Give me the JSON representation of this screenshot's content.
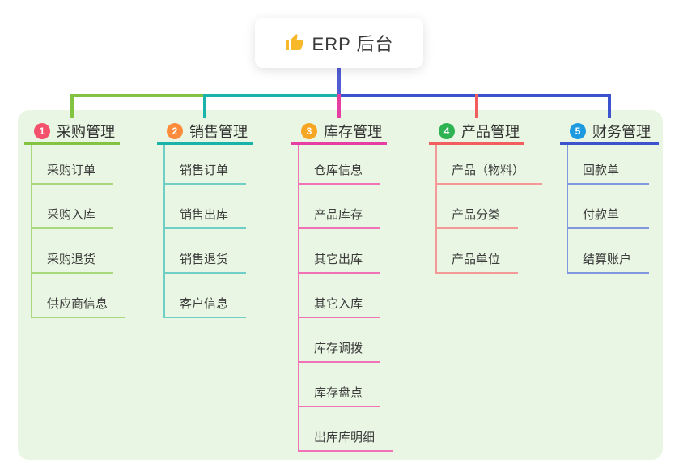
{
  "root": {
    "title": "ERP 后台",
    "icon": "thumbs-up-icon",
    "icon_color": "#f7b82a"
  },
  "panel_color": "#e9f6e3",
  "root_connector_color": "#515dd4",
  "branches": [
    {
      "index": "1",
      "label": "采购管理",
      "badge_color": "#f4516c",
      "line_color": "#82c341",
      "child_line_color": "#a9d77d",
      "children": [
        "采购订单",
        "采购入库",
        "采购退货",
        "供应商信息"
      ]
    },
    {
      "index": "2",
      "label": "销售管理",
      "badge_color": "#fc8c3c",
      "line_color": "#19b3aa",
      "child_line_color": "#6fcfc6",
      "children": [
        "销售订单",
        "销售出库",
        "销售退货",
        "客户信息"
      ]
    },
    {
      "index": "3",
      "label": "库存管理",
      "badge_color": "#f6a623",
      "line_color": "#e63fa3",
      "child_line_color": "#f172b6",
      "children": [
        "仓库信息",
        "产品库存",
        "其它出库",
        "其它入库",
        "库存调拨",
        "库存盘点",
        "出库库明细"
      ]
    },
    {
      "index": "4",
      "label": "产品管理",
      "badge_color": "#2eb353",
      "line_color": "#f25e5d",
      "child_line_color": "#f59898",
      "children": [
        "产品（物料）",
        "产品分类",
        "产品单位"
      ]
    },
    {
      "index": "5",
      "label": "财务管理",
      "badge_color": "#1e9be0",
      "line_color": "#3c53cd",
      "child_line_color": "#8198df",
      "children": [
        "回款单",
        "付款单",
        "结算账户"
      ]
    }
  ]
}
